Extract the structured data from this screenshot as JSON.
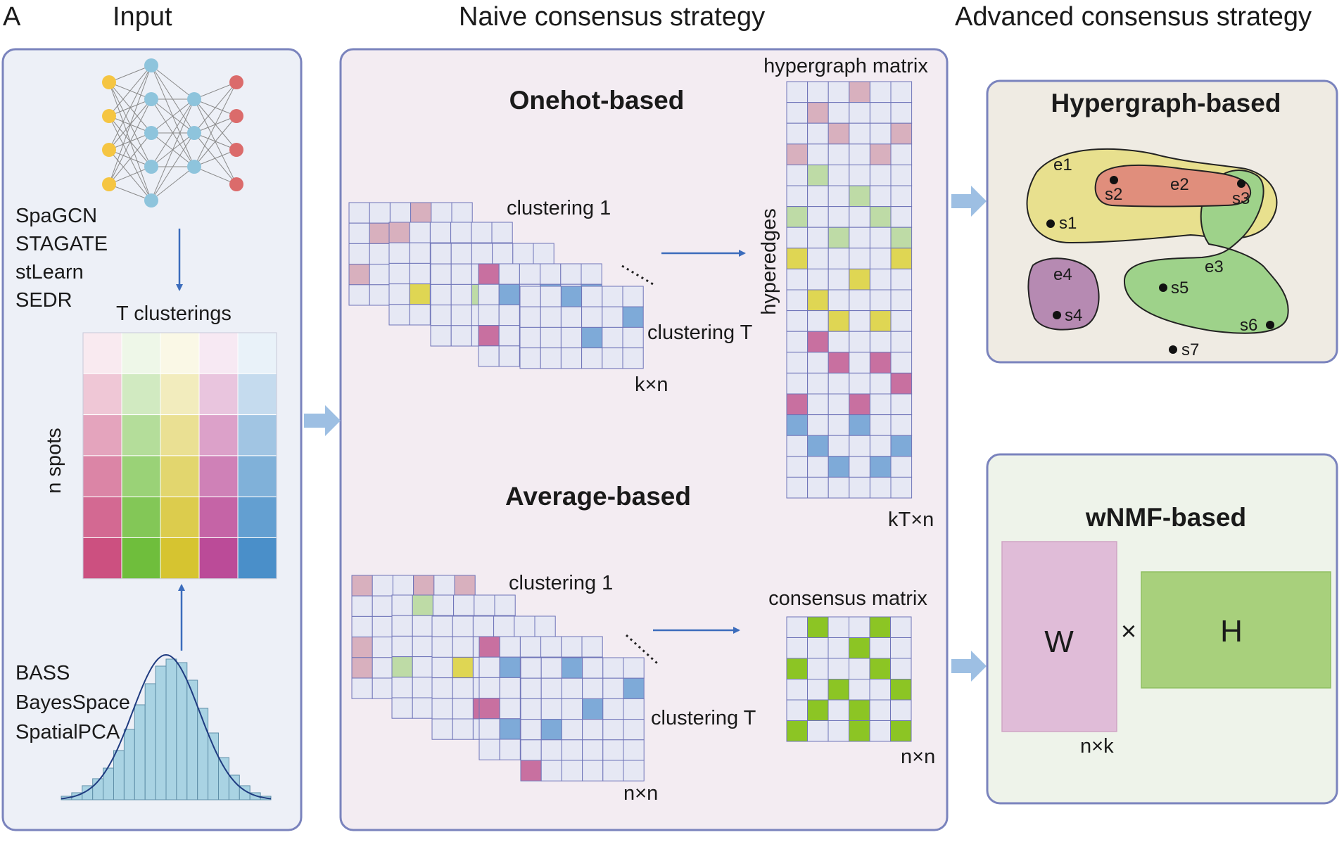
{
  "panel": {
    "letter": "A"
  },
  "sections": {
    "input": "Input",
    "naive": "Naive consensus strategy",
    "advanced": "Advanced consensus strategy"
  },
  "input_panel": {
    "deep_methods": [
      "SpaGCN",
      "STAGATE",
      "stLearn",
      "SEDR"
    ],
    "clusterings_label": "T clusterings",
    "spots_label": "n spots",
    "stat_methods": [
      "BASS",
      "BayesSpace",
      "SpatialPCA"
    ],
    "matrix_colors": [
      "#cc5080",
      "#6fbe3c",
      "#d6c430",
      "#bb4b98",
      "#4a8fc9"
    ],
    "network_colors": {
      "input": "#f5c542",
      "hidden": "#8ec4dc",
      "output": "#db6b6b"
    },
    "histogram_values": [
      1,
      2,
      4,
      6,
      9,
      14,
      20,
      27,
      33,
      38,
      40,
      39,
      34,
      26,
      19,
      12,
      7,
      4,
      2,
      1
    ]
  },
  "naive_panel": {
    "onehot": {
      "title": "Onehot-based",
      "clustering_first": "clustering 1",
      "clustering_last": "clustering T",
      "stack_dim": "k×n",
      "matrix_title": "hypergraph matrix",
      "rows_label": "hyperedges",
      "matrix_dim": "kT×n"
    },
    "average": {
      "title": "Average-based",
      "clustering_first": "clustering 1",
      "clustering_last": "clustering T",
      "stack_dim": "n×n",
      "matrix_title": "consensus matrix",
      "matrix_dim": "n×n"
    },
    "cell_colors": {
      "empty": "#e6e8f4",
      "pink": "#d8b0be",
      "green": "#bedba6",
      "yellow": "#dfd653",
      "magenta": "#c870a0",
      "blue": "#7eaad8",
      "consensus": "#8cc524"
    }
  },
  "advanced_panel": {
    "hypergraph": {
      "title": "Hypergraph-based",
      "edges": [
        "e1",
        "e2",
        "e3",
        "e4"
      ],
      "nodes": [
        "s1",
        "s2",
        "s3",
        "s4",
        "s5",
        "s6",
        "s7"
      ],
      "edge_colors": {
        "e1": "#e8e08e",
        "e2": "#e08e7c",
        "e3": "#9ed28a",
        "e4": "#b68ab2"
      }
    },
    "wnmf": {
      "title": "wNMF-based",
      "w_label": "W",
      "times": "×",
      "h_label": "H",
      "w_dim": "n×k",
      "w_color": "#e0bcd8",
      "h_color": "#a8d07c"
    }
  }
}
